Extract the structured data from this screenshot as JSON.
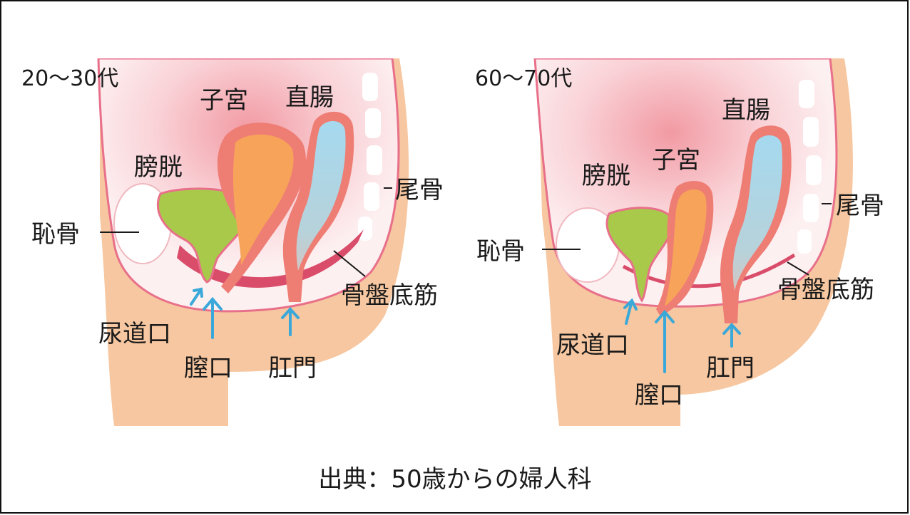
{
  "panels": [
    {
      "age": "20〜30代",
      "labels": {
        "uterus": "子宮",
        "rectum": "直腸",
        "bladder": "膀胱",
        "coccyx": "尾骨",
        "pubis": "恥骨",
        "pelvic_floor": "骨盤底筋",
        "urethral_opening": "尿道口",
        "vaginal_opening": "膣口",
        "anus": "肛門"
      }
    },
    {
      "age": "60〜70代",
      "labels": {
        "uterus": "子宮",
        "rectum": "直腸",
        "bladder": "膀胱",
        "coccyx": "尾骨",
        "pubis": "恥骨",
        "pelvic_floor": "骨盤底筋",
        "urethral_opening": "尿道口",
        "vaginal_opening": "膣口",
        "anus": "肛門"
      }
    }
  ],
  "source": "出典：50歳からの婦人科",
  "colors": {
    "skin": "#f6c7a0",
    "pelvis_fill": "#fbe3e6",
    "pelvis_glow": "#f5a3aa",
    "outline": "#e8708a",
    "bladder": "#a9c94a",
    "uterus_outer": "#ee7d74",
    "uterus_inner": "#f7a35a",
    "rectum_inner": "#a9d8ec",
    "muscle": "#d94d6a",
    "arrow": "#3aa8d8",
    "bone": "#ffffff"
  }
}
